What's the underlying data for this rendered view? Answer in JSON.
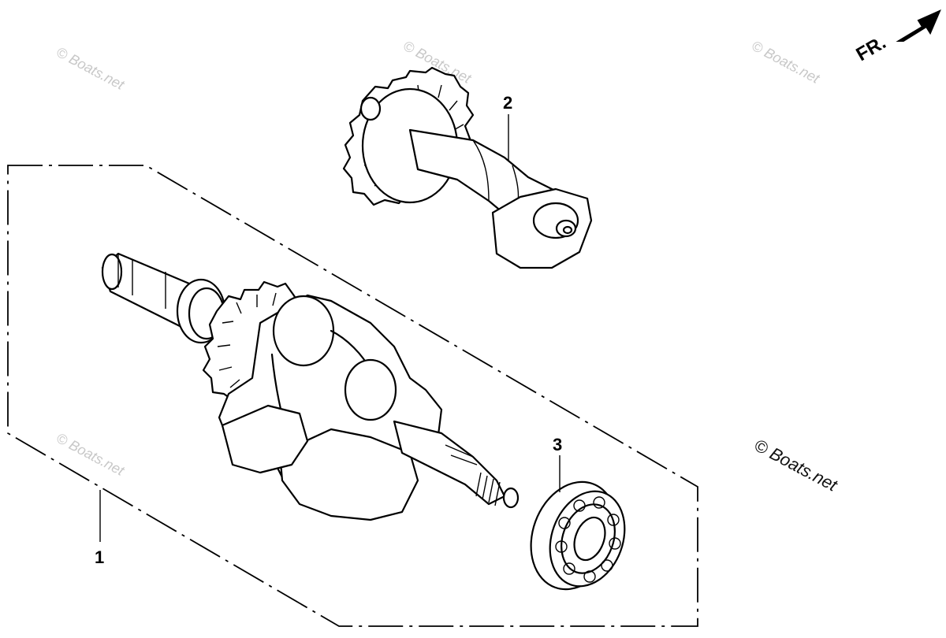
{
  "diagram": {
    "direction_label": "FR.",
    "parts": [
      {
        "number": "1"
      },
      {
        "number": "2"
      },
      {
        "number": "3"
      }
    ],
    "watermark_text": "© Boats.net",
    "colors": {
      "ink": "#000000",
      "watermark": "#c8c8c8",
      "background": "#ffffff"
    }
  }
}
